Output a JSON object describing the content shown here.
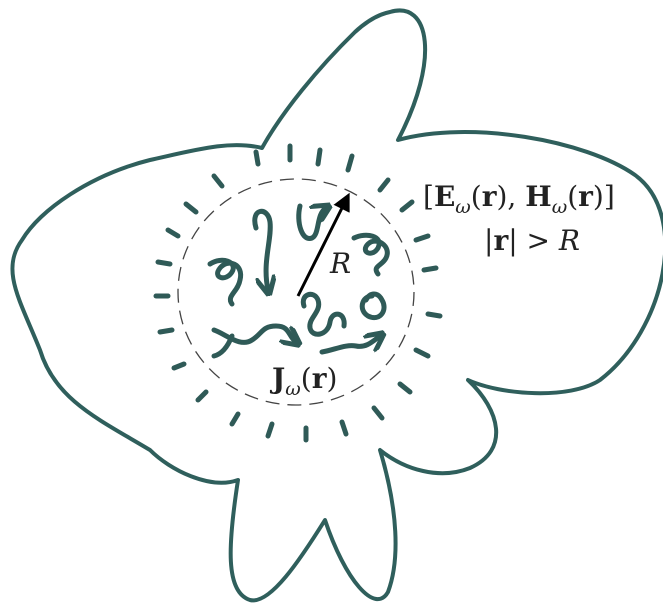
{
  "labels": {
    "fields": {
      "open": "[",
      "e_bold": "E",
      "e_sub": "ω",
      "e_arg": "(",
      "e_r": "r",
      "e_close": "), ",
      "h_bold": "H",
      "h_sub": "ω",
      "h_arg": "(",
      "h_r": "r",
      "h_close": ")]"
    },
    "condition": {
      "bar1": "|",
      "r_bold": "r",
      "bar2": "| > ",
      "R": "R"
    },
    "radius": "R",
    "current": {
      "j_bold": "J",
      "j_sub": "ω",
      "j_arg": "(",
      "j_r": "r",
      "j_close": ")"
    }
  },
  "colors": {
    "blob_outline": "#2f5f5c",
    "sources": "#2f5a57",
    "ring": "#444444",
    "radius_arrow": "#000000",
    "text": "#222222"
  }
}
